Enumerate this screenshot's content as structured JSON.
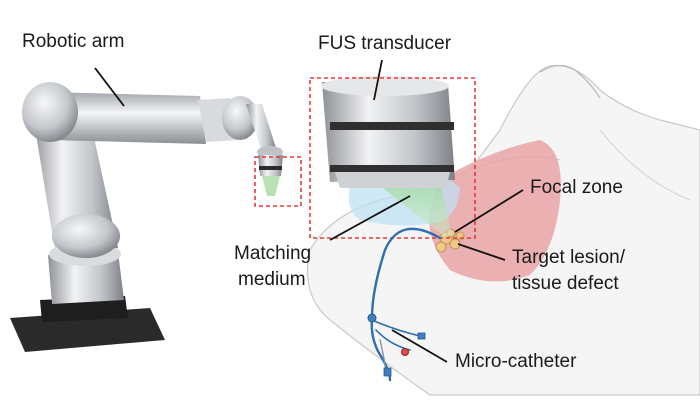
{
  "labels": {
    "robotic_arm": "Robotic arm",
    "fus_transducer": "FUS transducer",
    "focal_zone": "Focal zone",
    "matching_medium_line1": "Matching",
    "matching_medium_line2": "medium",
    "target_lesion_line1": "Target lesion/",
    "target_lesion_line2": "tissue defect",
    "micro_catheter": "Micro-catheter"
  },
  "colors": {
    "leader_line": "#111111",
    "callout_box": "#e53935",
    "arm_metal": "#c9cbcf",
    "arm_base": "#2a2a2a",
    "focused_beam": "#8fd18b",
    "coupling_bag": "#bfe0f2",
    "tissue_region": "#e8a3a6",
    "target_lesion": "#f1c88a",
    "catheter": "#2d6fb0"
  },
  "icons": [
    "robotic-arm-illustration",
    "fus-transducer-illustration",
    "patient-body-outline",
    "micro-catheter-illustration"
  ]
}
